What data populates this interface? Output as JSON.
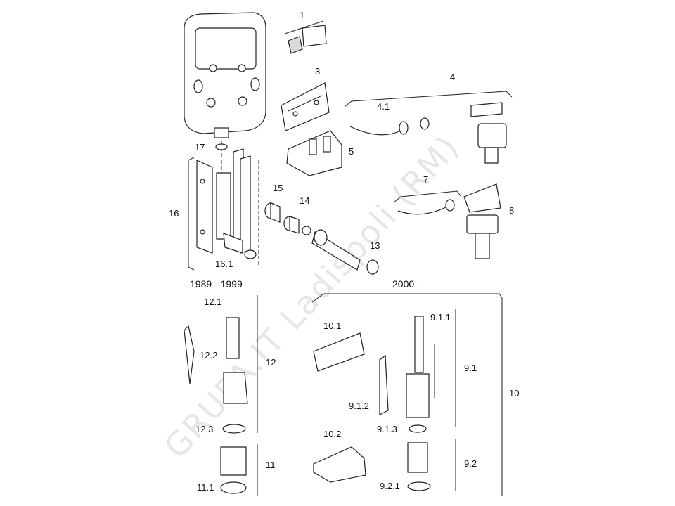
{
  "watermark": "GRUPA.IT Ladispoli (RM)",
  "captions": {
    "old_range": "1989 - 1999",
    "new_range": "2000 -"
  },
  "labels": {
    "p1": "1",
    "p3": "3",
    "p4": "4",
    "p4_1": "4.1",
    "p5": "5",
    "p7": "7",
    "p8": "8",
    "p13": "13",
    "p14": "14",
    "p15": "15",
    "p16": "16",
    "p16_1": "16.1",
    "p17": "17",
    "p12": "12",
    "p12_1": "12.1",
    "p12_2": "12.2",
    "p12_3": "12.3",
    "p11": "11",
    "p11_1": "11.1",
    "p10": "10",
    "p10_1": "10.1",
    "p10_2": "10.2",
    "p9_1": "9.1",
    "p9_1_1": "9.1.1",
    "p9_1_2": "9.1.2",
    "p9_1_3": "9.1.3",
    "p9_2": "9.2",
    "p9_2_1": "9.2.1"
  }
}
